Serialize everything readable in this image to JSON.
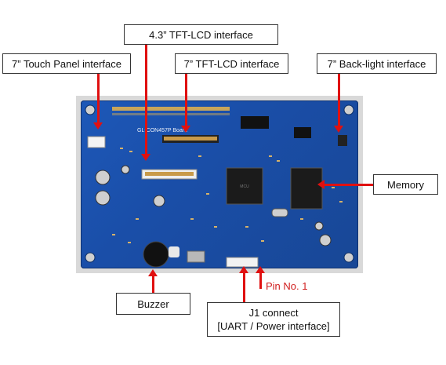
{
  "labels": {
    "tft43": "4.3” TFT-LCD interface",
    "touch7": "7” Touch Panel interface",
    "tft7": "7” TFT-LCD interface",
    "backlight7": "7” Back-light interface",
    "memory": "Memory",
    "buzzer": "Buzzer",
    "j1_line1": "J1 connect",
    "j1_line2": "[UART / Power interface]",
    "pin1": "Pin No. 1"
  },
  "board": {
    "silkscreen": "GL-CON457P Board"
  },
  "colors": {
    "pcb": "#1a4ea8",
    "arrow": "#e01010",
    "pin_label": "#d01c1c"
  }
}
